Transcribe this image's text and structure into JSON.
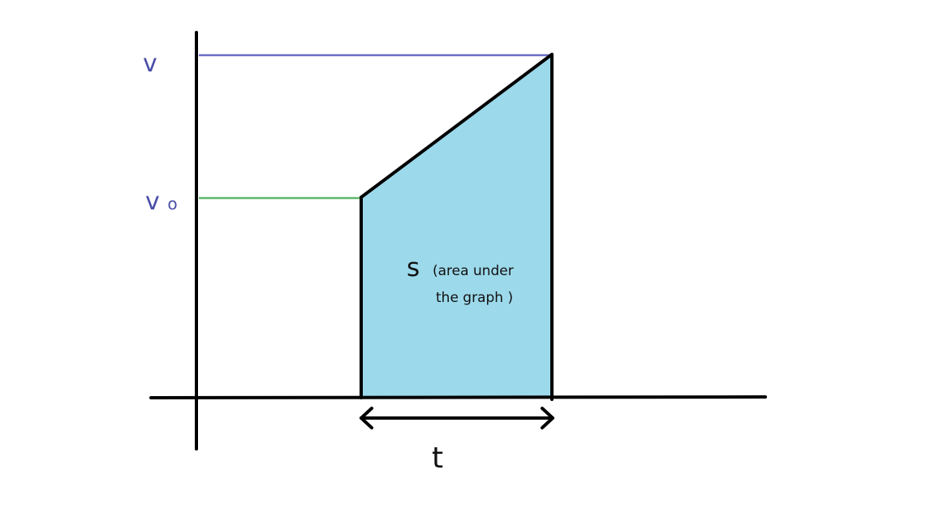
{
  "labels": {
    "v": "v",
    "v0_main": "v",
    "v0_sub": "o",
    "s": "s",
    "area_line1": "(area under",
    "area_line2": "the graph )",
    "t": "t"
  },
  "colors": {
    "axes": "#000000",
    "area_fill": "#9cd9ea",
    "v_guide": "#6a6ec4",
    "v0_guide": "#5cb86a",
    "label_blue": "#4a4fa8",
    "text": "#111111"
  }
}
